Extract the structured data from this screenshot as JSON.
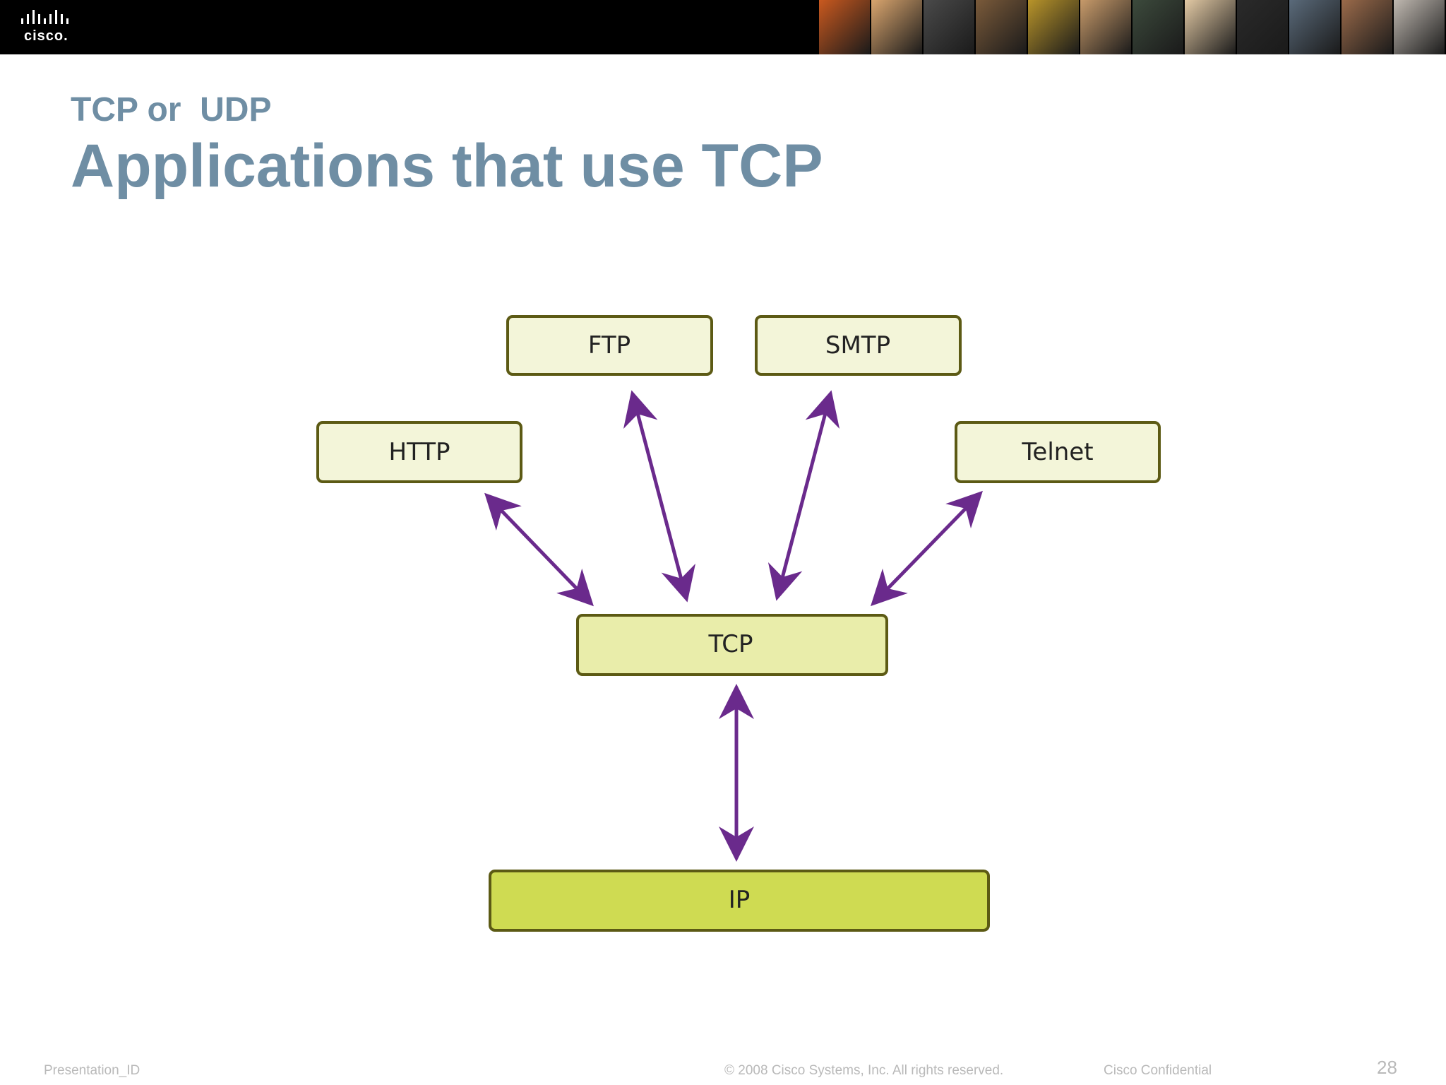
{
  "header": {
    "logo_text": "cisco.",
    "photo_colors": [
      "#c9591f",
      "#d9a56e",
      "#4a4a4a",
      "#7a5a3a",
      "#b8942a",
      "#c79a6a",
      "#3c4a3c",
      "#e2c9a4",
      "#2a2a2a",
      "#5a6a7a",
      "#9a6a4a",
      "#bfb8b0"
    ]
  },
  "slide": {
    "subtitle": "TCP or  UDP",
    "title": "Applications that use TCP"
  },
  "diagram": {
    "nodes": {
      "http": "HTTP",
      "ftp": "FTP",
      "smtp": "SMTP",
      "telnet": "Telnet",
      "tcp": "TCP",
      "ip": "IP"
    },
    "colors": {
      "box_light": "#f3f5d9",
      "box_mid": "#e9edaa",
      "box_ip": "#cfdb52",
      "box_border": "#5c5a14",
      "arrow": "#6a2a8c"
    }
  },
  "footer": {
    "presentation_id": "Presentation_ID",
    "copyright": "© 2008 Cisco Systems, Inc. All rights reserved.",
    "confidential": "Cisco Confidential",
    "page_number": "28"
  }
}
